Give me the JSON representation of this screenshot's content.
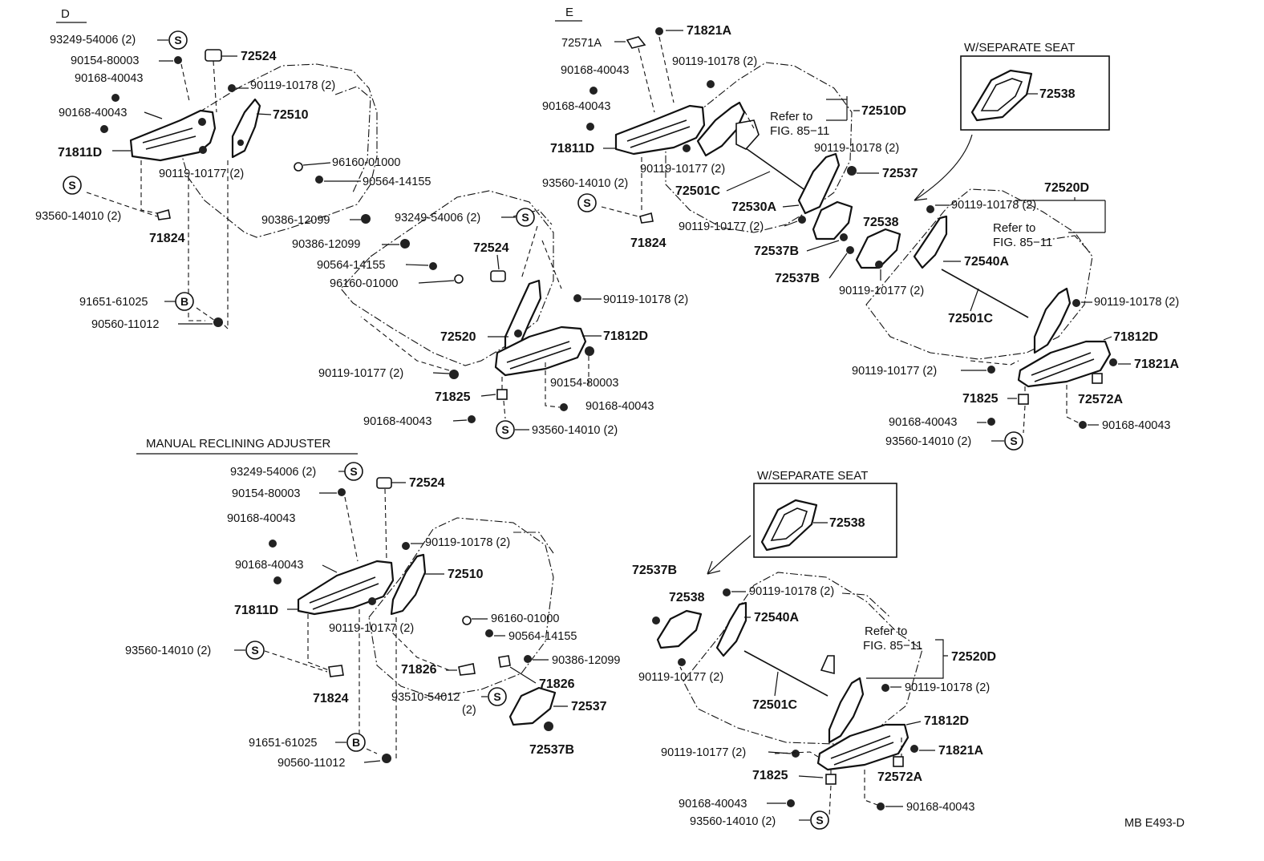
{
  "sections": {
    "d": {
      "heading": "D"
    },
    "e": {
      "heading": "E"
    },
    "manual": {
      "heading": "MANUAL RECLINING ADJUSTER"
    }
  },
  "insets": [
    {
      "title": "W/SEPARATE SEAT",
      "part": "72538"
    },
    {
      "title": "W/SEPARATE SEAT",
      "part": "72538"
    }
  ],
  "symbols": {
    "s": "S",
    "b": "B"
  },
  "refer": {
    "line1": "Refer to",
    "line2": "FIG. 85−11"
  },
  "footer": {
    "code": "MB E493-D"
  },
  "parts_d": {
    "p93249": "93249-54006 (2)",
    "p72524": "72524",
    "p90154": "90154-80003",
    "p90168a": "90168-40043",
    "p90119a": "90119-10178 (2)",
    "p90168b": "90168-40043",
    "p72510": "72510",
    "p71811d": "71811D",
    "p90119b": "90119-10177 (2)",
    "p96160": "96160-01000",
    "p90564": "90564-14155",
    "p93560": "93560-14010 (2)",
    "p71824": "71824",
    "p90386": "90386-12099",
    "p91651": "91651-61025",
    "p90560": "90560-11012"
  },
  "parts_d2": {
    "p90386": "90386-12099",
    "p93249": "93249-54006 (2)",
    "p90564": "90564-14155",
    "p72524": "72524",
    "p96160": "96160-01000",
    "p90119a": "90119-10178 (2)",
    "p72520": "72520",
    "p71812d": "71812D",
    "p90119b": "90119-10177 (2)",
    "p90154": "90154-80003",
    "p71825": "71825",
    "p90168a": "90168-40043",
    "p90168b": "90168-40043",
    "p93560": "93560-14010 (2)"
  },
  "parts_e": {
    "p72571a": "72571A",
    "p71821a": "71821A",
    "p90168a": "90168-40043",
    "p90119a": "90119-10178 (2)",
    "p72510d": "72510D",
    "p90168b": "90168-40043",
    "p71811d": "71811D",
    "p90119b": "90119-10178 (2)",
    "p90119c": "90119-10177 (2)",
    "p72537": "72537",
    "p93560": "93560-14010 (2)",
    "p72501c": "72501C",
    "p72530a": "72530A",
    "p90119d": "90119-10177 (2)",
    "p71824": "71824",
    "p72537b1": "72537B",
    "p72537b2": "72537B",
    "p72538": "72538"
  },
  "parts_e2": {
    "p90119a": "90119-10178 (2)",
    "p72520d": "72520D",
    "p72540a": "72540A",
    "p90119b": "90119-10177 (2)",
    "p72501c": "72501C",
    "p90119c": "90119-10178 (2)",
    "p71812d": "71812D",
    "p90119d": "90119-10177 (2)",
    "p71821a": "71821A",
    "p71825": "71825",
    "p72572a": "72572A",
    "p90168a": "90168-40043",
    "p90168b": "90168-40043",
    "p93560": "93560-14010 (2)"
  },
  "parts_m": {
    "p93249": "93249-54006 (2)",
    "p72524": "72524",
    "p90154": "90154-80003",
    "p90168a": "90168-40043",
    "p90119a": "90119-10178 (2)",
    "p90168b": "90168-40043",
    "p72510": "72510",
    "p71811d": "71811D",
    "p90119b": "90119-10177 (2)",
    "p96160": "96160-01000",
    "p90564": "90564-14155",
    "p93560": "93560-14010 (2)",
    "p90386": "90386-12099",
    "p71826a": "71826",
    "p71826b": "71826",
    "p71824": "71824",
    "p93510": "93510-54012",
    "p93510q": "(2)",
    "p72537": "72537",
    "p72537b": "72537B",
    "p91651": "91651-61025",
    "p90560": "90560-11012"
  },
  "parts_f": {
    "p72537b": "72537B",
    "p90119a": "90119-10178 (2)",
    "p72538": "72538",
    "p72540a": "72540A",
    "p72520d": "72520D",
    "p90119b": "90119-10177 (2)",
    "p72501c": "72501C",
    "p90119c": "90119-10178 (2)",
    "p71812d": "71812D",
    "p90119d": "90119-10177 (2)",
    "p71821a": "71821A",
    "p71825": "71825",
    "p72572a": "72572A",
    "p90168a": "90168-40043",
    "p90168b": "90168-40043",
    "p93560": "93560-14010 (2)"
  }
}
